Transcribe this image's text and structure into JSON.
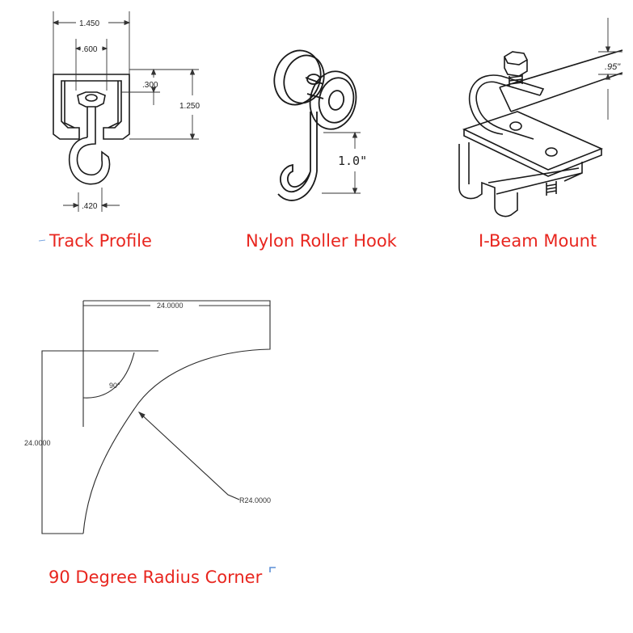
{
  "colors": {
    "caption": "#e8261f",
    "line": "#1a1a1a",
    "dimension": "#333333",
    "tick_mark": "#5b8fd6"
  },
  "panels": {
    "track_profile": {
      "caption": "Track Profile",
      "dim_width": "1.450",
      "dim_inner": ".600",
      "dim_top": ".300",
      "dim_height": "1.250",
      "dim_hook": ".420"
    },
    "nylon_roller_hook": {
      "caption": "Nylon Roller Hook",
      "dim_drop": "1.0\""
    },
    "ibeam_mount": {
      "caption": "I-Beam Mount",
      "dim_flange": ".95\""
    },
    "radius_corner": {
      "caption": "90 Degree Radius Corner",
      "dim_width": "24.0000",
      "dim_height": "24.0000",
      "dim_angle": "90°",
      "dim_radius": "R24.0000"
    }
  }
}
